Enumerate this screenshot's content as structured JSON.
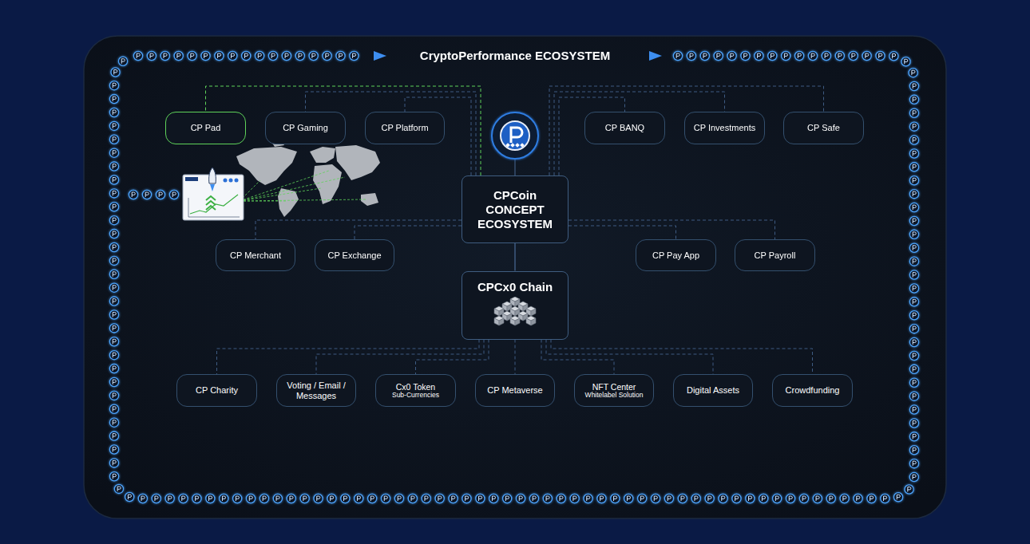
{
  "diagram": {
    "title": "CryptoPerformance ECOSYSTEM",
    "nodes": [
      {
        "text": [
          "CP Pad"
        ]
      },
      {
        "text": [
          "CP Gaming"
        ]
      },
      {
        "text": [
          "CP Platform"
        ]
      },
      {
        "text": [
          "CP BANQ"
        ]
      },
      {
        "text": [
          "CP Investments"
        ]
      },
      {
        "text": [
          "CP Safe"
        ]
      },
      {
        "text": [
          "CPCoin CONCEPT ECOSYSTEM"
        ]
      },
      {
        "text": [
          "CP Merchant"
        ]
      },
      {
        "text": [
          "CP Exchange"
        ]
      },
      {
        "text": [
          "CP Pay App"
        ]
      },
      {
        "text": [
          "CP Payroll"
        ]
      },
      {
        "text": [
          "CPCx0 Chain"
        ]
      },
      {
        "text": [
          "CP Charity"
        ]
      },
      {
        "text": [
          "Voting / Email / Messages"
        ]
      },
      {
        "text": [
          "Cx0 Token",
          "Sub-Currencies"
        ]
      },
      {
        "text": [
          "CP Metaverse"
        ]
      },
      {
        "text": [
          "NFT Center",
          "Whitelabel Solution"
        ]
      },
      {
        "text": [
          "Digital Assets"
        ]
      },
      {
        "text": [
          "Crowdfunding"
        ]
      }
    ],
    "edges": [
      {
        "from": 6,
        "to": 0,
        "arrow": "none"
      },
      {
        "from": 6,
        "to": 1,
        "arrow": "none"
      },
      {
        "from": 6,
        "to": 2,
        "arrow": "none"
      },
      {
        "from": 6,
        "to": 3,
        "arrow": "none"
      },
      {
        "from": 6,
        "to": 4,
        "arrow": "none"
      },
      {
        "from": 6,
        "to": 5,
        "arrow": "none"
      },
      {
        "from": 6,
        "to": 7,
        "arrow": "none"
      },
      {
        "from": 6,
        "to": 8,
        "arrow": "none"
      },
      {
        "from": 6,
        "to": 9,
        "arrow": "none"
      },
      {
        "from": 6,
        "to": 10,
        "arrow": "none"
      },
      {
        "from": 6,
        "to": 11,
        "arrow": "none"
      },
      {
        "from": 11,
        "to": 12,
        "arrow": "none"
      },
      {
        "from": 11,
        "to": 13,
        "arrow": "none"
      },
      {
        "from": 11,
        "to": 14,
        "arrow": "none"
      },
      {
        "from": 11,
        "to": 15,
        "arrow": "none"
      },
      {
        "from": 11,
        "to": 16,
        "arrow": "none"
      },
      {
        "from": 11,
        "to": 17,
        "arrow": "none"
      },
      {
        "from": 11,
        "to": 18,
        "arrow": "none"
      }
    ]
  }
}
